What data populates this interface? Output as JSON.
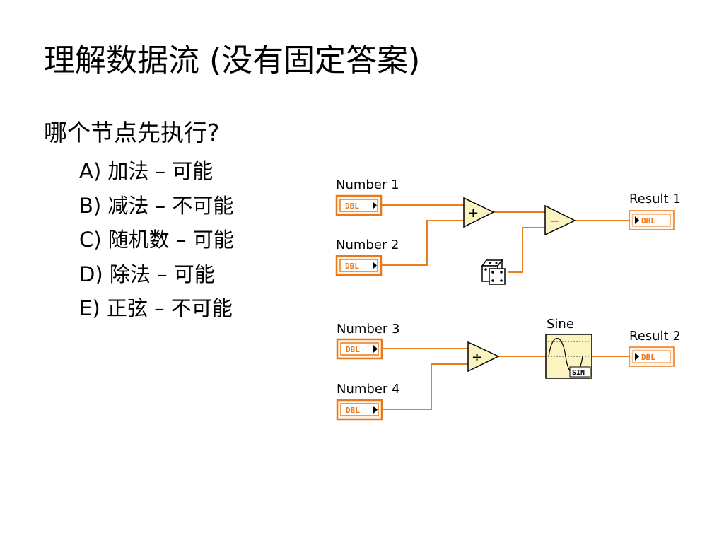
{
  "title": "理解数据流 (没有固定答案)",
  "question": "哪个节点先执行?",
  "options": [
    "A) 加法 – 可能",
    "B) 减法 – 不可能",
    "C) 随机数 – 可能",
    "D) 除法 – 可能",
    "E) 正弦 – 不可能"
  ],
  "diagram": {
    "controls": {
      "number1": "Number 1",
      "number2": "Number 2",
      "number3": "Number 3",
      "number4": "Number 4"
    },
    "indicators": {
      "result1": "Result 1",
      "result2": "Result 2"
    },
    "terminal_type": "DBL",
    "sine_label": "Sine",
    "sine_badge": "SIN",
    "operators": {
      "add": "+",
      "subtract": "−",
      "divide": "÷"
    },
    "colors": {
      "wire": "#e8801a",
      "terminal_border": "#e8781e",
      "node_fill": "#fbf4c0"
    }
  }
}
